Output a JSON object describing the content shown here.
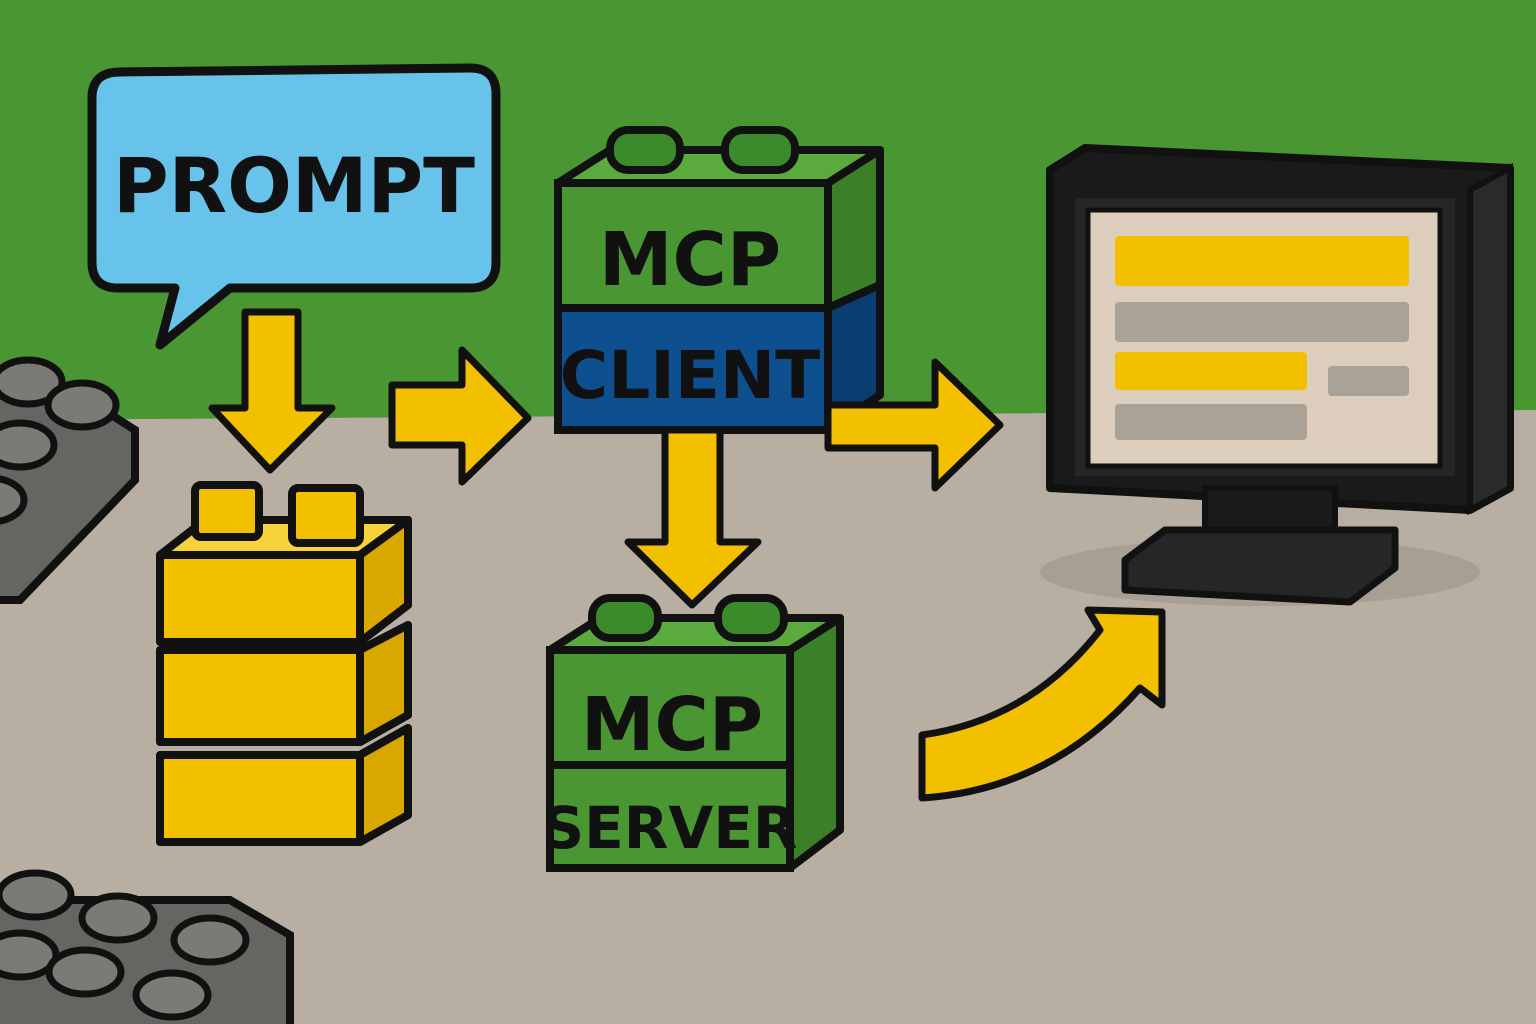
{
  "prompt": {
    "label": "PROMPT"
  },
  "mcp_client": {
    "top_label": "MCP",
    "bottom_label": "CLIENT"
  },
  "mcp_server": {
    "top_label": "MCP",
    "bottom_label": "SERVER"
  },
  "colors": {
    "background_green": "#4a9632",
    "floor": "#b8aea1",
    "speech_bubble": "#68c3ea",
    "brick_yellow": "#f3c000",
    "brick_green": "#4a9632",
    "client_blue": "#0e4f8f",
    "brick_gray": "#6c6a66",
    "arrow": "#f3c000",
    "outline": "#111111",
    "screen_background": "#dccdbd",
    "screen_highlight_bar": "#f3c000",
    "screen_muted_bar": "#aaa197"
  },
  "icons": [
    "speech-bubble-icon",
    "yellow-brick-stack-icon",
    "green-brick-icon",
    "monitor-icon",
    "arrow-icon"
  ]
}
